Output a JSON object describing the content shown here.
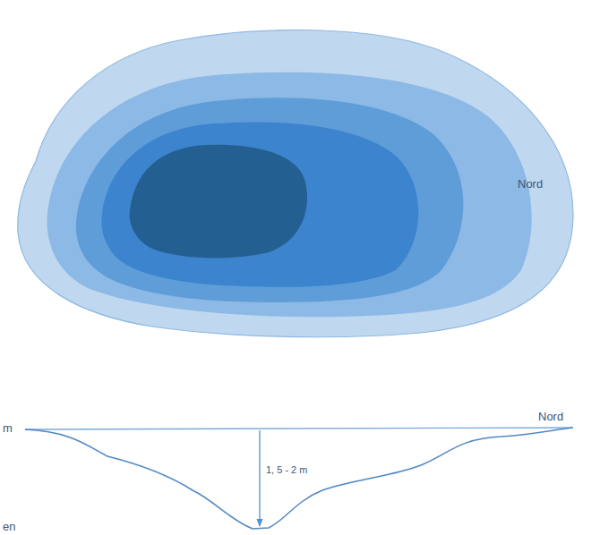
{
  "diagram": {
    "labels": [
      "Nord",
      "Nord",
      "1, 5 - 2 m",
      "m",
      "en"
    ]
  }
}
